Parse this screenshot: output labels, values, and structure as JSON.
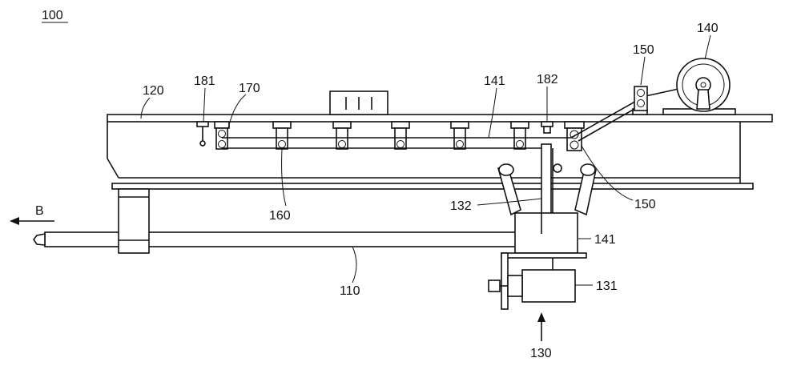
{
  "labels": {
    "figure_number": "100",
    "rail": "110",
    "frame": "120",
    "drive_unit": "130",
    "motor": "131",
    "guide_bar": "132",
    "reel": "140",
    "cable_top": "141",
    "cable_block": "141",
    "pulley_top": "150",
    "pulley_right": "150",
    "lower_roller": "160",
    "left_roller": "170",
    "left_sensor": "181",
    "right_sensor": "182",
    "direction": "B"
  }
}
